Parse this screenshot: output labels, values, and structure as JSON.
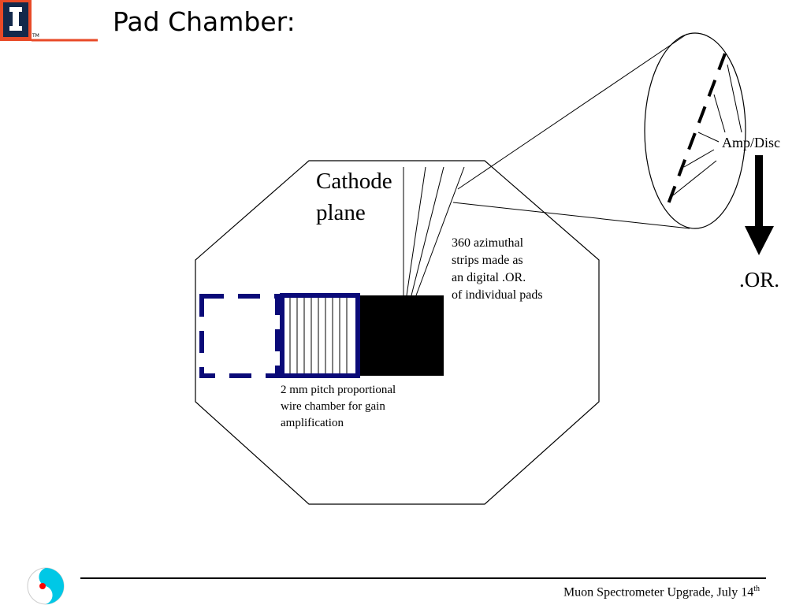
{
  "slide": {
    "title": "Pad Chamber:"
  },
  "diagram": {
    "cathode_label_line1": "Cathode",
    "cathode_label_line2": "plane",
    "strips_label": [
      "360 azimuthal",
      "strips made as",
      "an digital .OR.",
      "of individual pads"
    ],
    "wire_label": [
      "2 mm pitch proportional",
      "wire chamber for gain",
      "amplification"
    ],
    "amp_label": "Amp/Disc",
    "or_label": ".OR."
  },
  "footer": {
    "text": "Muon Spectrometer Upgrade, July 14",
    "superscript": "th"
  },
  "colors": {
    "logo_blue": "#13294b",
    "logo_orange": "#e84a27",
    "chamber_navy": "#0a0a78",
    "footer_logo_cyan": "#00c8e6",
    "footer_logo_red": "#ff0000"
  }
}
